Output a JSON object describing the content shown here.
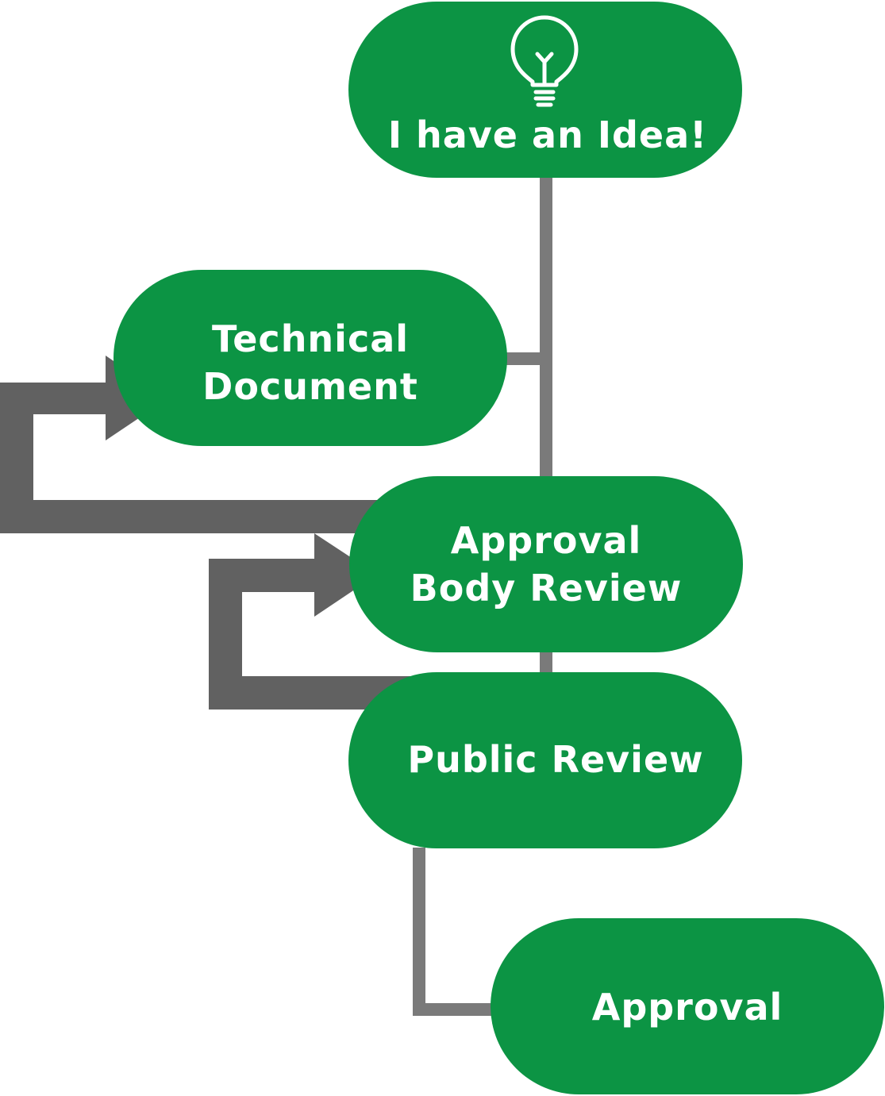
{
  "colors": {
    "node_fill": "#0c9444",
    "node_text": "#ffffff",
    "connector": "#7a7a7a",
    "feedback_arrow": "#616161",
    "icon_stroke": "#ffffff"
  },
  "nodes": {
    "idea": {
      "label": "I have an Idea!",
      "icon": "lightbulb-icon"
    },
    "technical_document": {
      "line1": "Technical",
      "line2": "Document"
    },
    "approval_body_review": {
      "line1": "Approval",
      "line2": "Body Review"
    },
    "public_review": {
      "label": "Public Review"
    },
    "approval": {
      "label": "Approval"
    }
  }
}
